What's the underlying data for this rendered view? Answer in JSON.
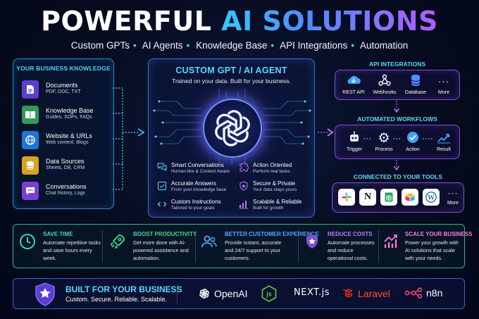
{
  "header": {
    "title_part1": "POWERFUL",
    "title_part2": "AI SOLUTIONS",
    "tags": [
      "Custom GPTs",
      "AI Agents",
      "Knowledge Base",
      "API Integrations",
      "Automation"
    ],
    "tag_separator": "•"
  },
  "knowledge": {
    "title": "YOUR BUSINESS KNOWLEDGE",
    "items": [
      {
        "name": "Documents",
        "sub": "PDF, DOC, TXT",
        "icon": "document-icon",
        "color": "#5b3fd1"
      },
      {
        "name": "Knowledge Base",
        "sub": "Guides, SOPs, FAQs",
        "icon": "book-icon",
        "color": "#2f9a5a"
      },
      {
        "name": "Website & URLs",
        "sub": "Web content, Blogs",
        "icon": "globe-icon",
        "color": "#1f76d8"
      },
      {
        "name": "Data Sources",
        "sub": "Sheets, DB, CRM",
        "icon": "database-icon",
        "color": "#d9a21f"
      },
      {
        "name": "Conversations",
        "sub": "Chat history, Logs",
        "icon": "chat-icon",
        "color": "#7a3fd1"
      }
    ]
  },
  "agent": {
    "title": "CUSTOM GPT / AI AGENT",
    "subtitle": "Trained on your data. Built for your business.",
    "features": [
      {
        "name": "Smart Conversations",
        "sub": "Human-like & Context Aware",
        "icon": "chat-bubbles-icon"
      },
      {
        "name": "Action Oriented",
        "sub": "Perform real tasks",
        "icon": "puzzle-icon"
      },
      {
        "name": "Accurate Answers",
        "sub": "From your knowledge base",
        "icon": "checklist-icon"
      },
      {
        "name": "Secure & Private",
        "sub": "Your data stays yours",
        "icon": "shield-icon"
      },
      {
        "name": "Custom Instructions",
        "sub": "Tailored to your goals",
        "icon": "code-icon"
      },
      {
        "name": "Scalable & Reliable",
        "sub": "Built for growth",
        "icon": "bar-chart-icon"
      }
    ]
  },
  "api": {
    "title": "API INTEGRATIONS",
    "items": [
      {
        "label": "REST API",
        "icon": "cloud-icon"
      },
      {
        "label": "Webhooks",
        "icon": "webhook-icon"
      },
      {
        "label": "Database",
        "icon": "database-icon"
      },
      {
        "label": "More",
        "icon": "more-icon"
      }
    ]
  },
  "workflows": {
    "title": "AUTOMATED WORKFLOWS",
    "items": [
      {
        "label": "Trigger",
        "icon": "robot-icon"
      },
      {
        "label": "Process",
        "icon": "gear-icon"
      },
      {
        "label": "Action",
        "icon": "check-circle-icon"
      },
      {
        "label": "Result",
        "icon": "trend-icon"
      }
    ]
  },
  "tools": {
    "title": "CONNECTED TO YOUR TOOLS",
    "items": [
      {
        "icon": "slack-icon",
        "glyph": "#",
        "color": "#e01e5a"
      },
      {
        "icon": "notion-icon",
        "glyph": "N",
        "color": "#111111"
      },
      {
        "icon": "sheets-icon",
        "glyph": "▦",
        "color": "#1fa463"
      },
      {
        "icon": "airtable-icon",
        "glyph": "◆",
        "color": "#f5a623"
      },
      {
        "icon": "wordpress-icon",
        "glyph": "W",
        "color": "#21759b"
      }
    ],
    "more_label": "More"
  },
  "benefits": [
    {
      "title": "SAVE TIME",
      "text": "Automate repetitive tasks and save hours every week.",
      "icon": "clock-icon",
      "color": "#3fd9a5"
    },
    {
      "title": "BOOST PRODUCTIVITY",
      "text": "Get more done with AI-powered assistance and automation.",
      "icon": "rocket-icon",
      "color": "#3fd98a"
    },
    {
      "title": "BETTER CUSTOMER EXPERIENCE",
      "text": "Provide instant, accurate and 24/7 support to your customers.",
      "icon": "users-icon",
      "color": "#4fa8ff"
    },
    {
      "title": "REDUCE COSTS",
      "text": "Automate processes and reduce operational costs.",
      "icon": "badge-icon",
      "color": "#b77bff"
    },
    {
      "title": "SCALE YOUR BUSINESS",
      "text": "Power your growth with AI solutions that scale with your needs.",
      "icon": "growth-icon",
      "color": "#ff7ad9"
    }
  ],
  "footer": {
    "title": "BUILT FOR YOUR BUSINESS",
    "subtitle": "Custom. Secure. Reliable. Scalable.",
    "logos": [
      {
        "label": "OpenAI",
        "icon": "openai-icon"
      },
      {
        "label": "",
        "icon": "nodejs-icon"
      },
      {
        "label": "NEXT.js",
        "icon": "nextjs-icon"
      },
      {
        "label": "Laravel",
        "icon": "laravel-icon"
      },
      {
        "label": "n8n",
        "icon": "n8n-icon"
      }
    ]
  }
}
